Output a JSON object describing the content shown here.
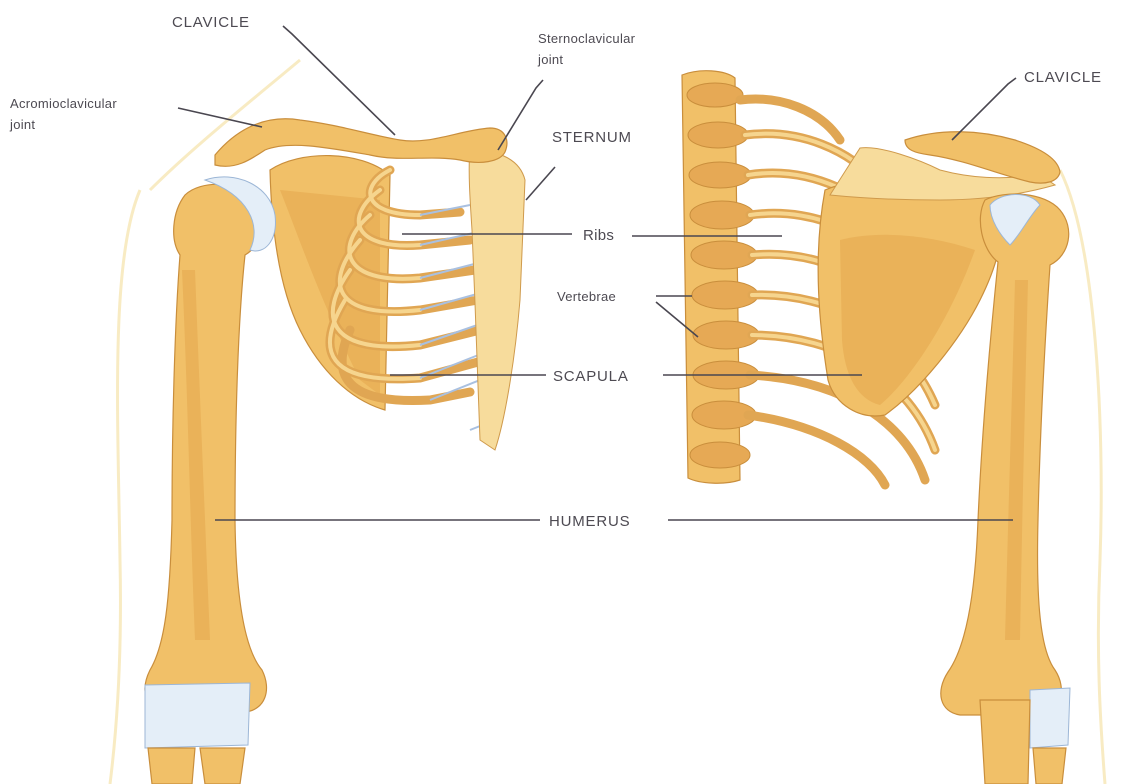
{
  "labels": {
    "clavicle_left": "CLAVICLE",
    "sternoclavicular_line1": "Sternoclavicular",
    "sternoclavicular_line2": "joint",
    "acromioclavicular_line1": "Acromioclavicular",
    "acromioclavicular_line2": "joint",
    "sternum": "STERNUM",
    "clavicle_right": "CLAVICLE",
    "ribs": "Ribs",
    "vertebrae": "Vertebrae",
    "scapula": "SCAPULA",
    "humerus": "HUMERUS"
  },
  "colors": {
    "bone": "#f1c068",
    "cartilage": "#e4eef8",
    "label_text": "#4d4a52"
  }
}
